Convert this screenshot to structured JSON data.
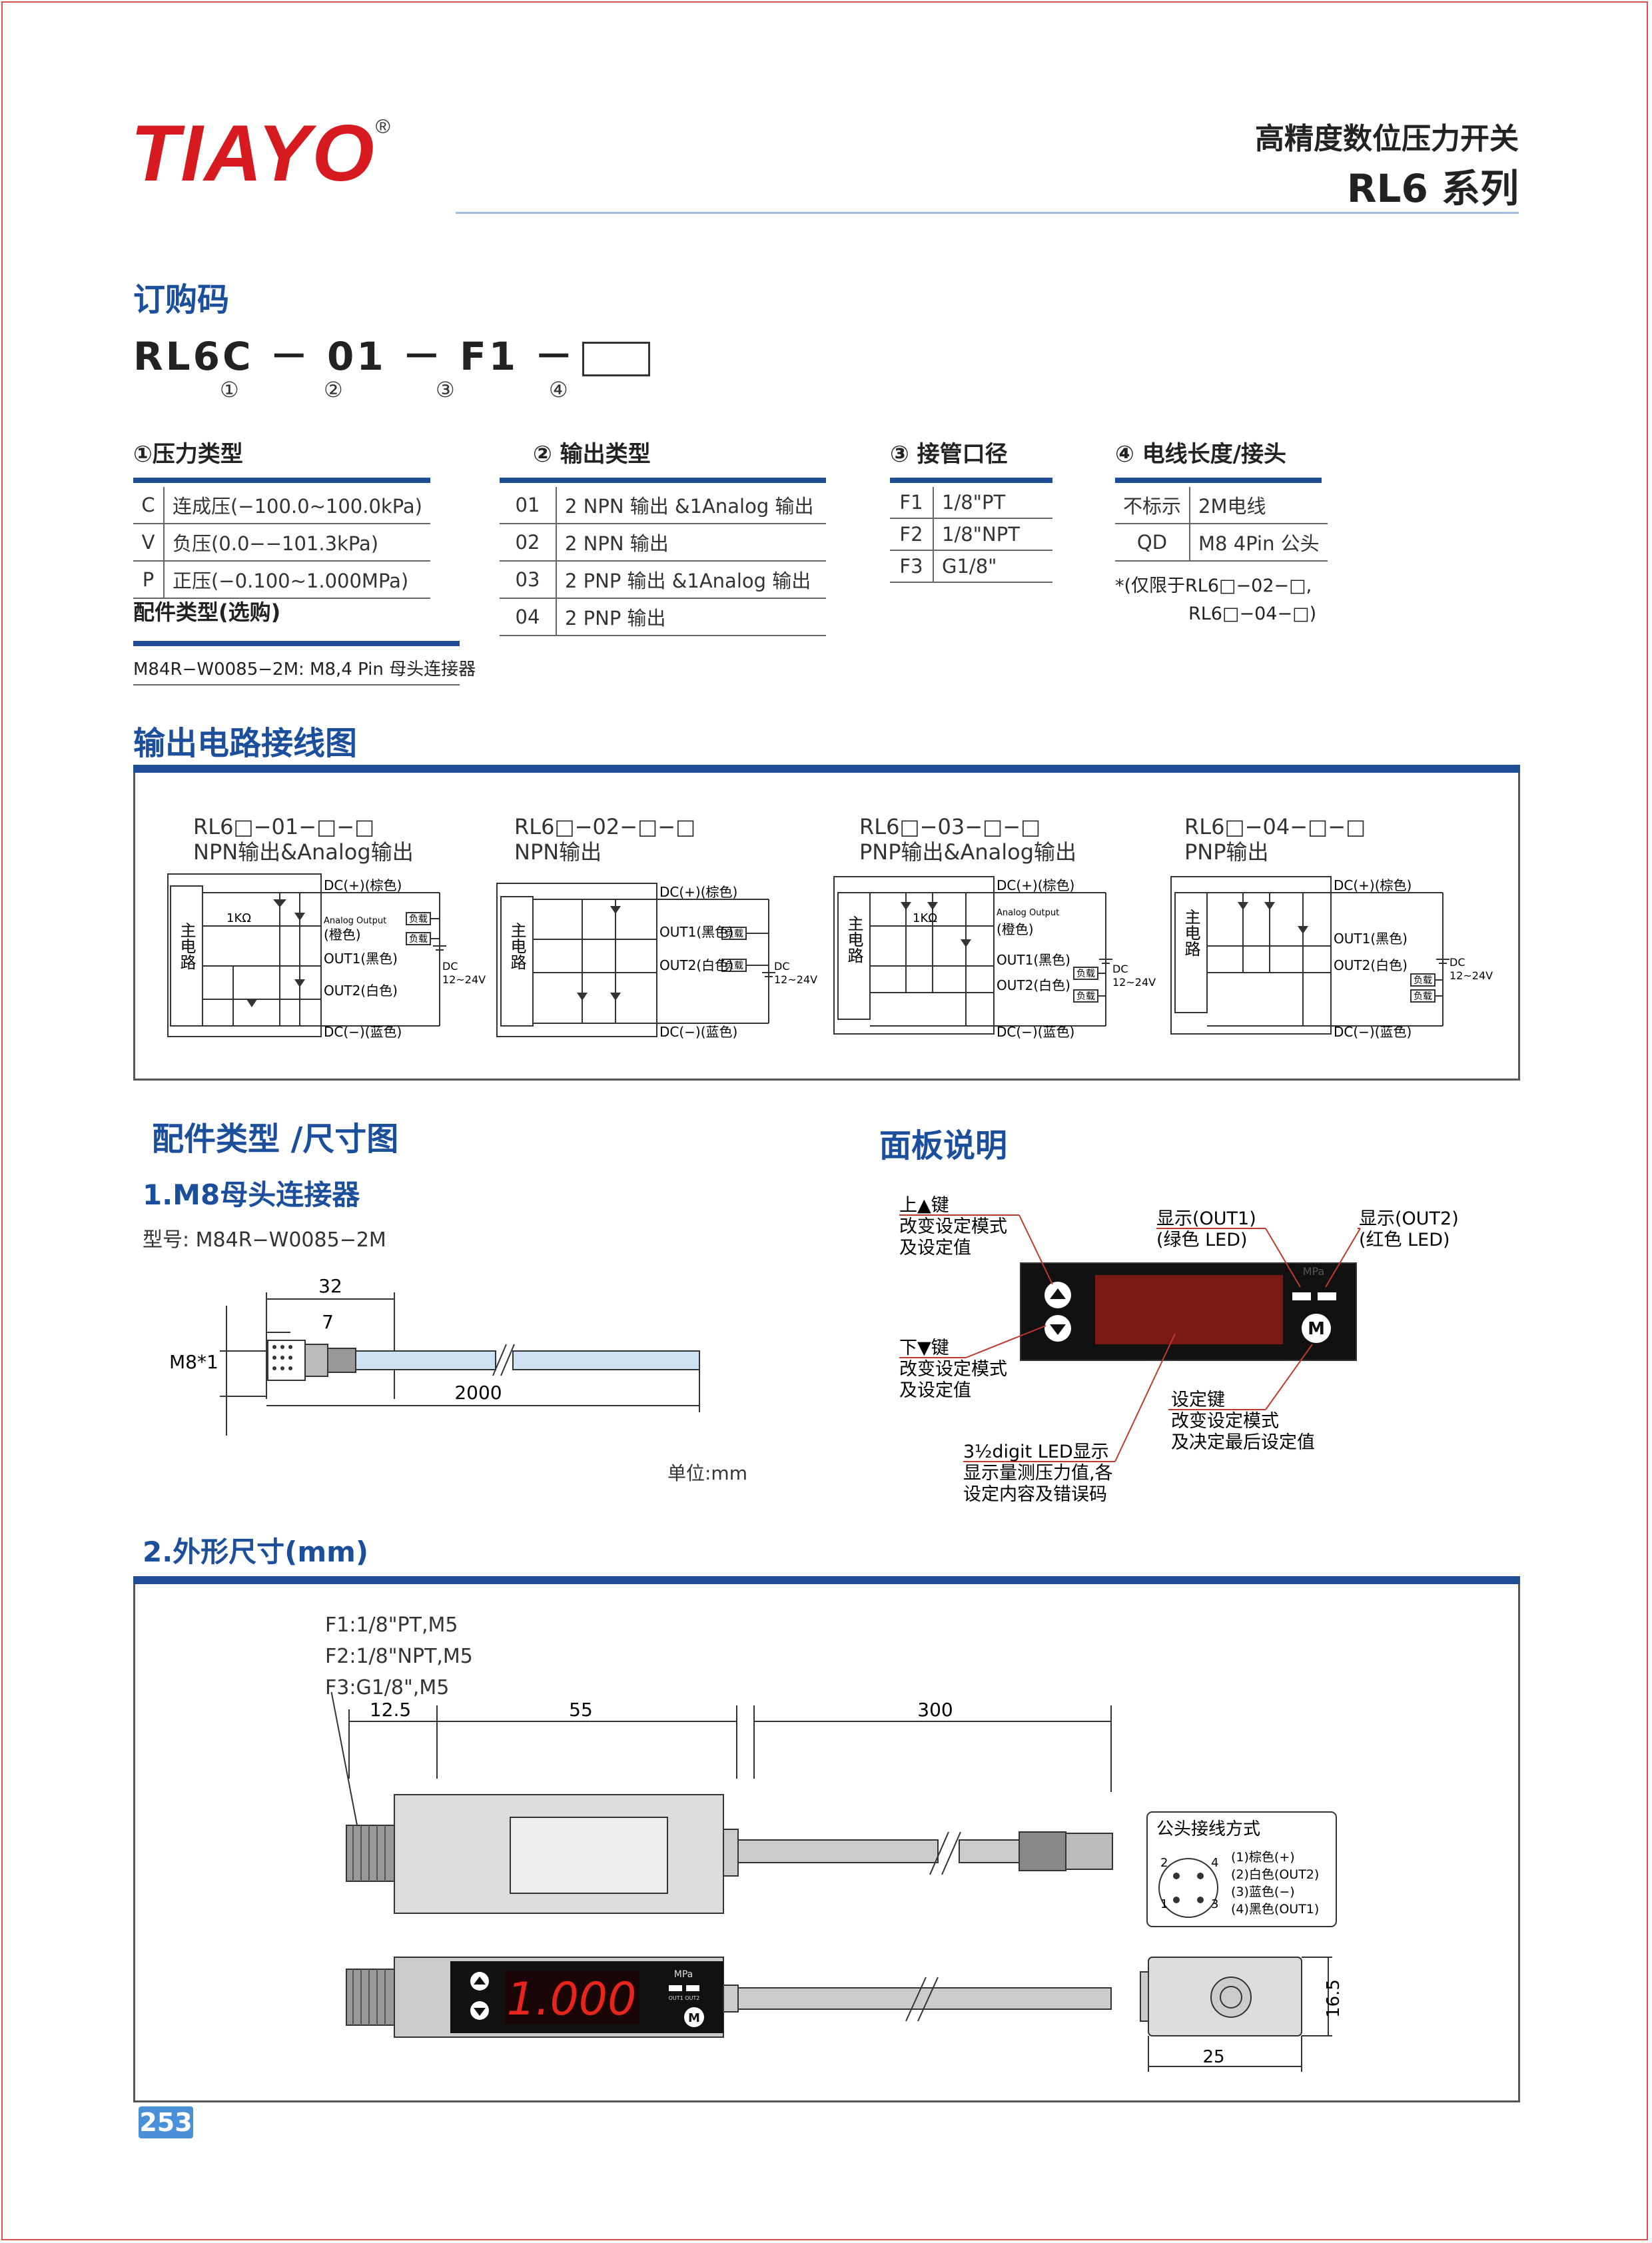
{
  "header": {
    "brand": "TIAYO",
    "registered": "®",
    "subtitle": "高精度数位压力开关",
    "series": "RL6 系列"
  },
  "ordering": {
    "title": "订购码",
    "code_parts": [
      "RL6C",
      "01",
      "F1"
    ],
    "code_sep": "－",
    "markers": [
      "①",
      "②",
      "③",
      "④"
    ]
  },
  "pressure_type": {
    "title": "①压力类型",
    "rows": [
      {
        "code": "C",
        "desc": "连成压(−100.0~100.0kPa)"
      },
      {
        "code": "V",
        "desc": "负压(0.0−−101.3kPa)"
      },
      {
        "code": "P",
        "desc": "正压(−0.100~1.000MPa)"
      }
    ]
  },
  "output_type": {
    "title": "② 输出类型",
    "rows": [
      {
        "code": "01",
        "desc": "2 NPN 输出 &1Analog 输出"
      },
      {
        "code": "02",
        "desc": "2 NPN 输出"
      },
      {
        "code": "03",
        "desc": "2 PNP 输出 &1Analog 输出"
      },
      {
        "code": "04",
        "desc": "2 PNP 输出"
      }
    ]
  },
  "port_size": {
    "title": "③ 接管口径",
    "rows": [
      {
        "code": "F1",
        "desc": "1/8\"PT"
      },
      {
        "code": "F2",
        "desc": "1/8\"NPT"
      },
      {
        "code": "F3",
        "desc": "G1/8\""
      }
    ]
  },
  "cable": {
    "title": "④ 电线长度/接头",
    "rows": [
      {
        "code": "不标示",
        "desc": "2M电线"
      },
      {
        "code": "QD",
        "desc": "M8 4Pin 公头"
      }
    ],
    "note1": "*(仅限于RL6□−02−□,",
    "note2": "RL6□−04−□)"
  },
  "accessory": {
    "title": "配件类型(选购)",
    "item": "M84R−W0085−2M: M8,4 Pin 母头连接器"
  },
  "wiring": {
    "title": "输出电路接线图",
    "common": {
      "main": "主电路",
      "dc_plus": "DC(+)(棕色)",
      "dc_minus": "DC(−)(蓝色)",
      "out1": "OUT1(黑色)",
      "out2": "OUT2(白色)",
      "analog": "Analog Output",
      "orange": "(橙色)",
      "load": "负载",
      "dc": "DC",
      "volt": "12~24V",
      "res": "1KΩ"
    },
    "diagrams": [
      {
        "model": "RL6□−01−□−□",
        "type": "NPN输出&Analog输出"
      },
      {
        "model": "RL6□−02−□−□",
        "type": "NPN输出"
      },
      {
        "model": "RL6□−03−□−□",
        "type": "PNP输出&Analog输出"
      },
      {
        "model": "RL6□−04−□−□",
        "type": "PNP输出"
      }
    ]
  },
  "accessory_dims": {
    "title": "配件类型 /尺寸图",
    "sub": "1.M8母头连接器",
    "model": "型号: M84R−W0085−2M",
    "dims": {
      "d32": "32",
      "d7": "7",
      "m8": "M8*1",
      "d2000": "2000"
    },
    "unit": "单位:mm"
  },
  "panel_desc": {
    "title": "面板说明",
    "up_key": [
      "上▲键",
      "改变设定模式",
      "及设定值"
    ],
    "down_key": [
      "下▼键",
      "改变设定模式",
      "及设定值"
    ],
    "out1": [
      "显示(OUT1)",
      "(绿色 LED)"
    ],
    "out2": [
      "显示(OUT2)",
      "(红色 LED)"
    ],
    "set_key": [
      "设定键",
      "改变设定模式",
      "及决定最后设定值"
    ],
    "led": [
      "3½digit LED显示",
      "显示量测压力值,各",
      "设定内容及错误码"
    ],
    "unit_label": "MPa",
    "m": "M"
  },
  "outline": {
    "title": "2.外形尺寸(mm)",
    "ports": [
      "F1:1/8\"PT,M5",
      "F2:1/8\"NPT,M5",
      "F3:G1/8\",M5"
    ],
    "dims": {
      "d125": "12.5",
      "d55": "55",
      "d300": "300",
      "d165": "16.5",
      "d25": "25"
    },
    "display_value": "1.000",
    "unit_label": "MPa",
    "out_labels": "OUT1 OUT2",
    "m": "M",
    "pin_title": "公头接线方式",
    "pins": [
      "(1)棕色(+)",
      "(2)白色(OUT2)",
      "(3)蓝色(−)",
      "(4)黑色(OUT1)"
    ],
    "pin_nums": [
      "1",
      "2",
      "3",
      "4"
    ]
  },
  "page_number": "253"
}
